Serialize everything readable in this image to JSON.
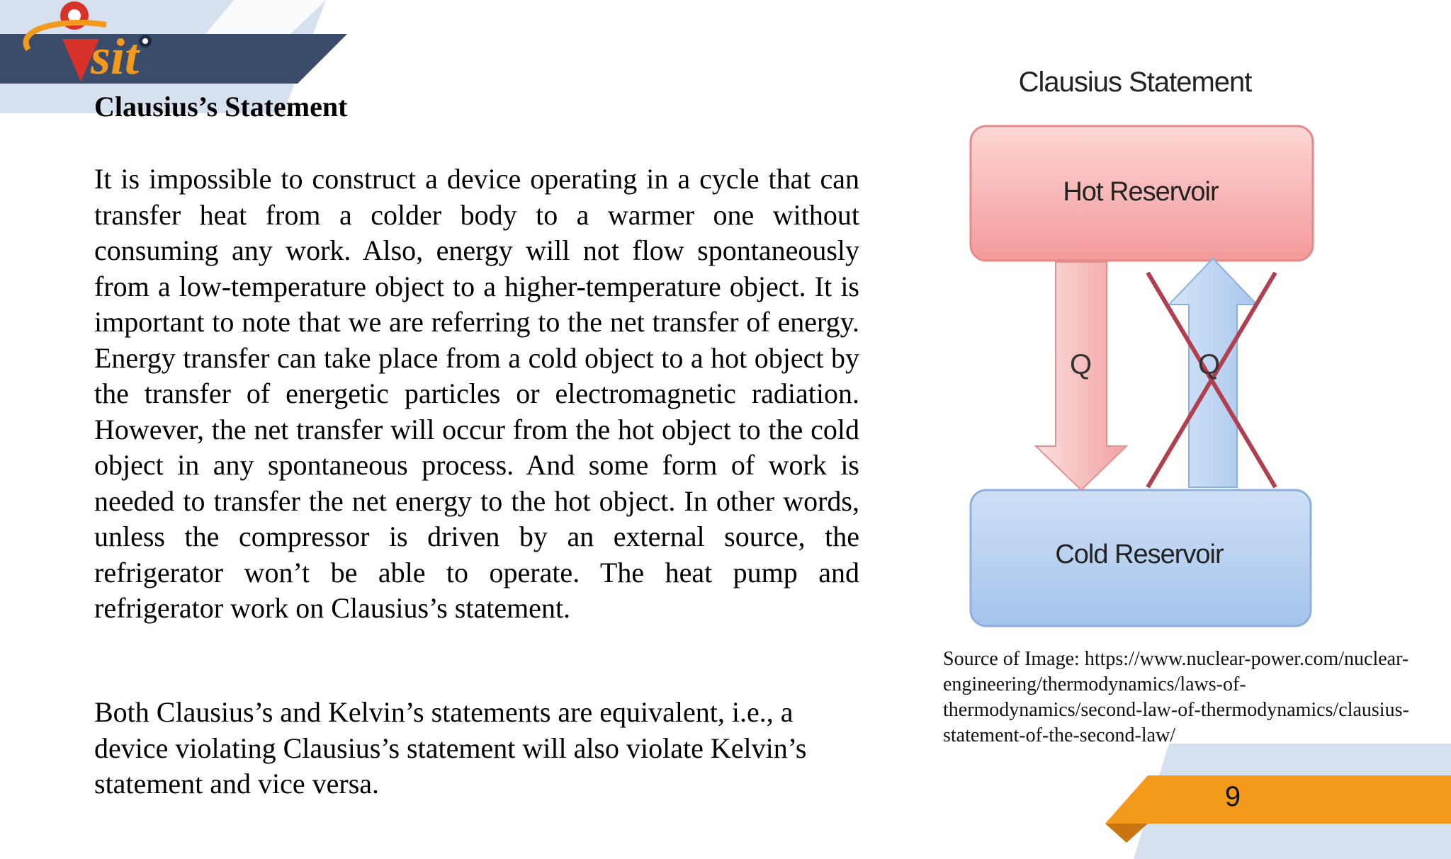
{
  "logo": {
    "text": "sit"
  },
  "content": {
    "heading": "Clausius’s Statement",
    "paragraph_1": "It is impossible to construct a device operating in a cycle that can transfer heat from a colder body to a warmer one without consuming any work. Also, energy will not flow spontaneously from a low-temperature object to a higher-temperature object. It is important to note that we are referring to the net transfer of energy. Energy transfer can take place from a cold object to a hot object by the transfer of energetic particles or electromagnetic radiation. However, the net transfer will occur from the hot object to the cold object in any spontaneous process. And some form of work is needed to transfer the net energy to the hot object.  In other words, unless the compressor is driven by an external source, the refrigerator won’t be able to operate. The heat pump and refrigerator work on Clausius’s statement.",
    "paragraph_2": "Both Clausius’s and Kelvin’s statements are equivalent, i.e., a device violating Clausius’s statement will also violate Kelvin’s statement and vice versa."
  },
  "diagram": {
    "title": "Clausius Statement",
    "hot_reservoir": "Hot Reservoir",
    "cold_reservoir": "Cold Reservoir",
    "q_down": "Q",
    "q_up": "Q",
    "colors": {
      "hot_fill": "#f5a0a0",
      "cold_fill": "#a9c7ee",
      "cross": "#b04050"
    }
  },
  "source": {
    "text": "Source of Image: https://www.nuclear-power.com/nuclear-engineering/thermodynamics/laws-of-thermodynamics/second-law-of-thermodynamics/clausius-statement-of-the-second-law/"
  },
  "footer": {
    "page_number": "9",
    "accent_color": "#f39a1c"
  }
}
